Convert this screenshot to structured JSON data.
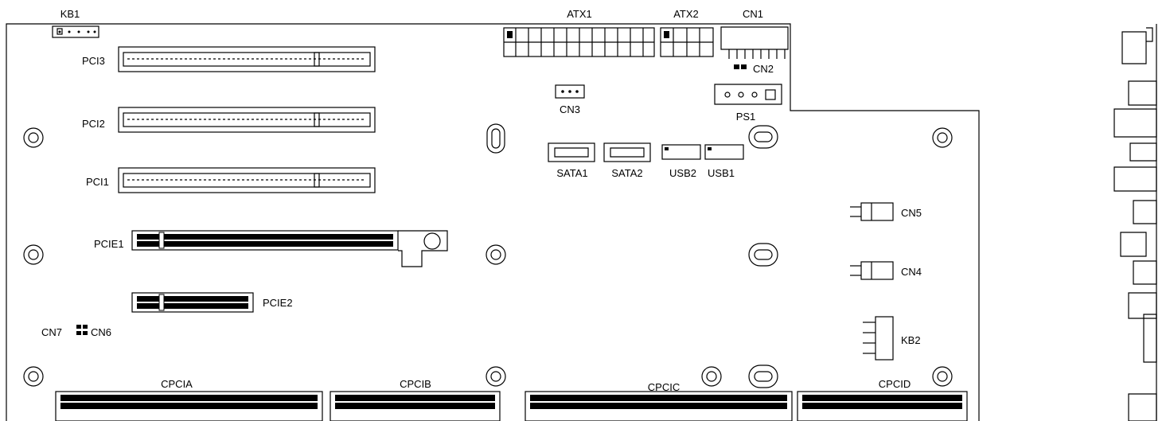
{
  "title": "",
  "labels": {
    "kb1": "KB1",
    "pci3": "PCI3",
    "pci2": "PCI2",
    "pci1": "PCI1",
    "pcie1": "PCIE1",
    "pcie2": "PCIE2",
    "cn7": "CN7",
    "cn6": "CN6",
    "atx1": "ATX1",
    "atx2": "ATX2",
    "cn1": "CN1",
    "cn2": "CN2",
    "cn3": "CN3",
    "ps1": "PS1",
    "sata1": "SATA1",
    "sata2": "SATA2",
    "usb2": "USB2",
    "usb1": "USB1",
    "cn5": "CN5",
    "cn4": "CN4",
    "kb2": "KB2",
    "cpcia": "CPCIA",
    "cpcib": "CPCIB",
    "cpcic": "CPCIC",
    "cpcid": "CPCID"
  },
  "colors": {
    "line": "#000000",
    "background": "#ffffff"
  }
}
